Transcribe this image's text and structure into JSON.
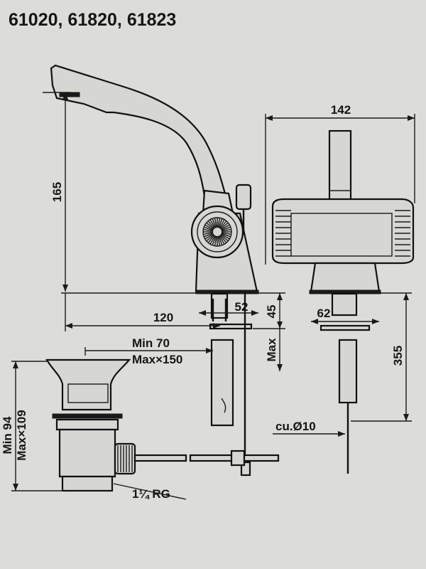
{
  "title": "61020, 61820, 61823",
  "dimensions": {
    "spout_height": "165",
    "spout_reach": "120",
    "base_width": "52",
    "lever_height": "45",
    "width_total": "142",
    "side_base": "62",
    "rod_length": "355",
    "rod_diameter": "cu.Ø10",
    "pop_min": "Min 70",
    "pop_max": "Max×150",
    "max_label": "Max",
    "waste_min": "Min 94",
    "waste_max": "Max×109",
    "thread": "1¼ RG"
  },
  "colors": {
    "paper": "#dcdcd8",
    "ink": "#1a1a1a"
  }
}
